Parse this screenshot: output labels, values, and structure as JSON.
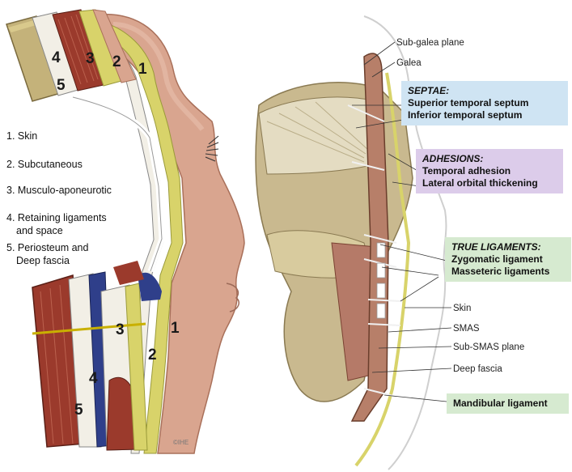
{
  "colors": {
    "skin": "#d9a58f",
    "skin_dark": "#b77f69",
    "fat": "#d8d36a",
    "muscle": "#9b3a2c",
    "fascia": "#f2efe6",
    "bone": "#c9b98f",
    "septae_box": "#cfe4f3",
    "adhesions_box": "#dcccea",
    "ligaments_box": "#d6ead0"
  },
  "left_panel": {
    "legend": [
      "1. Skin",
      "2. Subcutaneous",
      "3. Musculo-aponeurotic",
      "4. Retaining ligaments",
      "and space",
      "5. Periosteum and",
      "Deep fascia"
    ],
    "layer_numbers": [
      "1",
      "2",
      "3",
      "4",
      "5"
    ],
    "credit": "©IHE"
  },
  "right_panel": {
    "top_labels": {
      "sub_galea": "Sub-galea plane",
      "galea": "Galea"
    },
    "septae": {
      "title": "SEPTAE:",
      "items": [
        "Superior temporal septum",
        "Inferior temporal septum"
      ]
    },
    "adhesions": {
      "title": "ADHESIONS:",
      "items": [
        "Temporal adhesion",
        "Lateral orbital thickening"
      ]
    },
    "true_ligaments": {
      "title": "TRUE LIGAMENTS:",
      "items": [
        "Zygomatic ligament",
        "Masseteric ligaments"
      ]
    },
    "layer_labels": [
      "Skin",
      "SMAS",
      "Sub-SMAS plane",
      "Deep fascia"
    ],
    "mandibular": "Mandibular ligament"
  }
}
